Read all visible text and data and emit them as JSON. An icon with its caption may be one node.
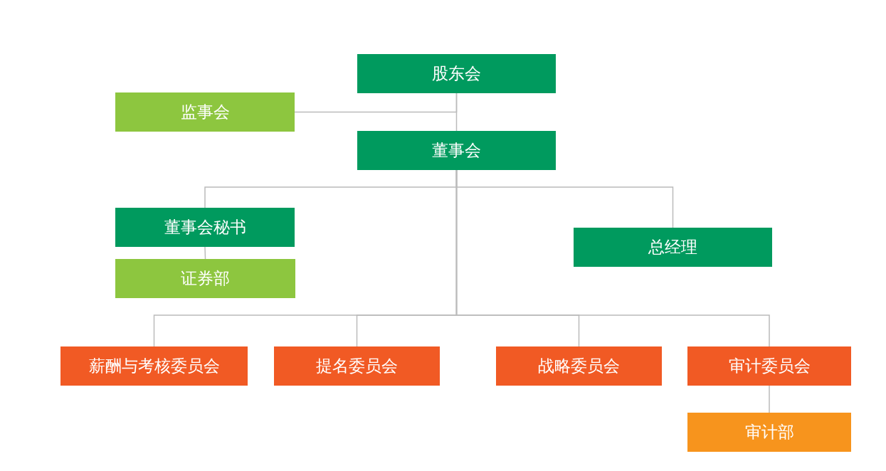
{
  "diagram": {
    "nodes": [
      {
        "text": [
          "股东会"
        ]
      },
      {
        "text": [
          "监事会"
        ]
      },
      {
        "text": [
          "董事会"
        ]
      },
      {
        "text": [
          "董事会秘书"
        ]
      },
      {
        "text": [
          "证券部"
        ]
      },
      {
        "text": [
          "总经理"
        ]
      },
      {
        "text": [
          "薪酬与考核委员会"
        ]
      },
      {
        "text": [
          "提名委员会"
        ]
      },
      {
        "text": [
          "战略委员会"
        ]
      },
      {
        "text": [
          "审计委员会"
        ]
      },
      {
        "text": [
          "审计部"
        ]
      }
    ],
    "edges": [
      {
        "from": 0,
        "to": 2,
        "arrow": "none"
      },
      {
        "from": 0,
        "to": 1,
        "arrow": "none"
      },
      {
        "from": 2,
        "to": 3,
        "arrow": "none"
      },
      {
        "from": 2,
        "to": 5,
        "arrow": "none"
      },
      {
        "from": 3,
        "to": 4,
        "arrow": "none"
      },
      {
        "from": 2,
        "to": 6,
        "arrow": "none"
      },
      {
        "from": 2,
        "to": 7,
        "arrow": "none"
      },
      {
        "from": 2,
        "to": 8,
        "arrow": "none"
      },
      {
        "from": 2,
        "to": 9,
        "arrow": "none"
      },
      {
        "from": 9,
        "to": 10,
        "arrow": "none"
      }
    ]
  }
}
